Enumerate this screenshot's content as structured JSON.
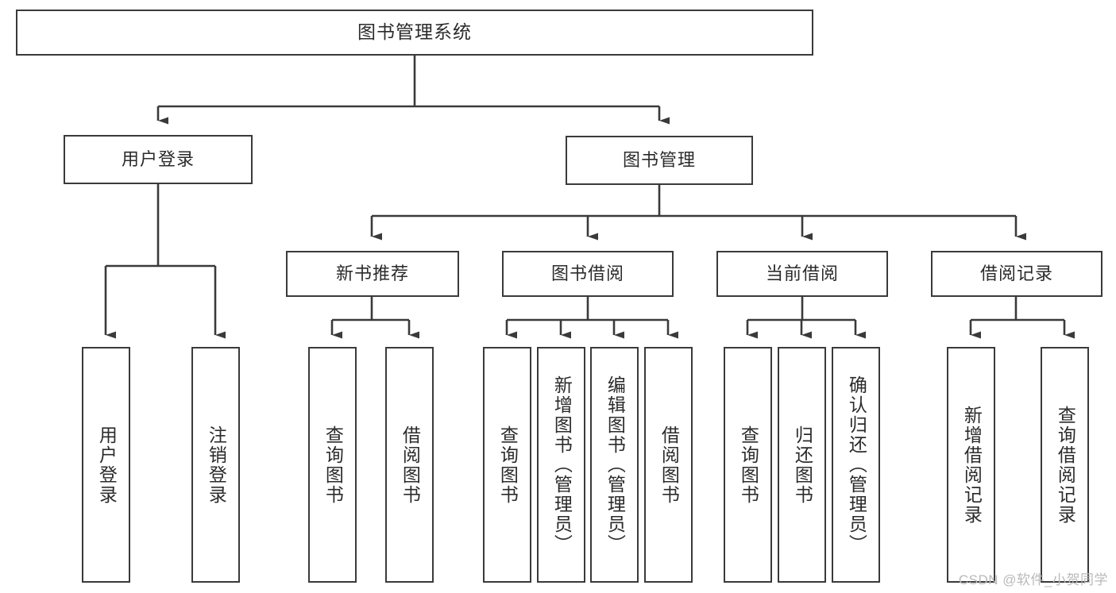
{
  "diagram": {
    "title": "图书管理系统",
    "type": "tree-hierarchy-chart",
    "colors": {
      "box_border": "#3a3a3a",
      "box_fill": "#ffffff",
      "connector": "#3a3a3a",
      "text": "#2b2b2b",
      "watermark": "#b9b9b9",
      "background": "#ffffff"
    },
    "root": {
      "label": "图书管理系统"
    },
    "level2": [
      {
        "label": "用户登录"
      },
      {
        "label": "图书管理"
      }
    ],
    "level3": [
      {
        "label": "新书推荐"
      },
      {
        "label": "图书借阅"
      },
      {
        "label": "当前借阅"
      },
      {
        "label": "借阅记录"
      }
    ],
    "leaves": {
      "user_login": [
        {
          "label": "用户登录"
        },
        {
          "label": "注销登录"
        }
      ],
      "new_book_recommend": [
        {
          "label": "查询图书"
        },
        {
          "label": "借阅图书"
        }
      ],
      "book_borrow": [
        {
          "label": "查询图书"
        },
        {
          "label": "新增图书（管理员）"
        },
        {
          "label": "编辑图书（管理员）"
        },
        {
          "label": "借阅图书"
        }
      ],
      "current_borrow": [
        {
          "label": "查询图书"
        },
        {
          "label": "归还图书"
        },
        {
          "label": "确认归还（管理员）"
        }
      ],
      "borrow_record": [
        {
          "label": "新增借阅记录"
        },
        {
          "label": "查询借阅记录"
        }
      ]
    }
  },
  "watermark": {
    "text": "CSDN @软件_小贺同学"
  }
}
